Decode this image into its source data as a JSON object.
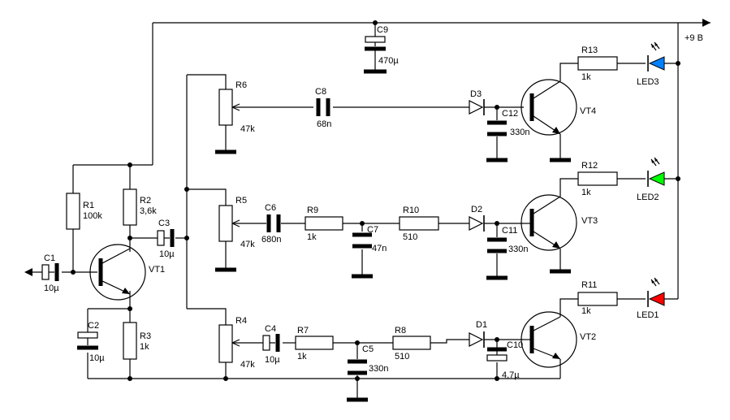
{
  "supply": {
    "label": "+9 В"
  },
  "components": {
    "C1": {
      "ref": "C1",
      "value": "10µ"
    },
    "C2": {
      "ref": "C2",
      "value": "10µ"
    },
    "C3": {
      "ref": "C3",
      "value": "10µ"
    },
    "C4": {
      "ref": "C4",
      "value": "10µ"
    },
    "C5": {
      "ref": "C5",
      "value": "330n"
    },
    "C6": {
      "ref": "C6",
      "value": "680n"
    },
    "C7": {
      "ref": "C7",
      "value": "47n"
    },
    "C8": {
      "ref": "C8",
      "value": "68n"
    },
    "C9": {
      "ref": "C9",
      "value": "470µ"
    },
    "C10": {
      "ref": "C10",
      "value": "4,7µ"
    },
    "C11": {
      "ref": "C11",
      "value": "330n"
    },
    "C12": {
      "ref": "C12",
      "value": "330n"
    },
    "R1": {
      "ref": "R1",
      "value": "100k"
    },
    "R2": {
      "ref": "R2",
      "value": "3,6k"
    },
    "R3": {
      "ref": "R3",
      "value": "1k"
    },
    "R4": {
      "ref": "R4",
      "value": "47k"
    },
    "R5": {
      "ref": "R5",
      "value": "47k"
    },
    "R6": {
      "ref": "R6",
      "value": "47k"
    },
    "R7": {
      "ref": "R7",
      "value": "1k"
    },
    "R8": {
      "ref": "R8",
      "value": "510"
    },
    "R9": {
      "ref": "R9",
      "value": "1k"
    },
    "R10": {
      "ref": "R10",
      "value": "510"
    },
    "R11": {
      "ref": "R11",
      "value": "1k"
    },
    "R12": {
      "ref": "R12",
      "value": "1k"
    },
    "R13": {
      "ref": "R13",
      "value": "1k"
    },
    "D1": {
      "ref": "D1"
    },
    "D2": {
      "ref": "D2"
    },
    "D3": {
      "ref": "D3"
    },
    "VT1": {
      "ref": "VT1"
    },
    "VT2": {
      "ref": "VT2"
    },
    "VT3": {
      "ref": "VT3"
    },
    "VT4": {
      "ref": "VT4"
    },
    "LED1": {
      "ref": "LED1",
      "color": "#ff0000"
    },
    "LED2": {
      "ref": "LED2",
      "color": "#00ff00"
    },
    "LED3": {
      "ref": "LED3",
      "color": "#0080ff"
    }
  }
}
